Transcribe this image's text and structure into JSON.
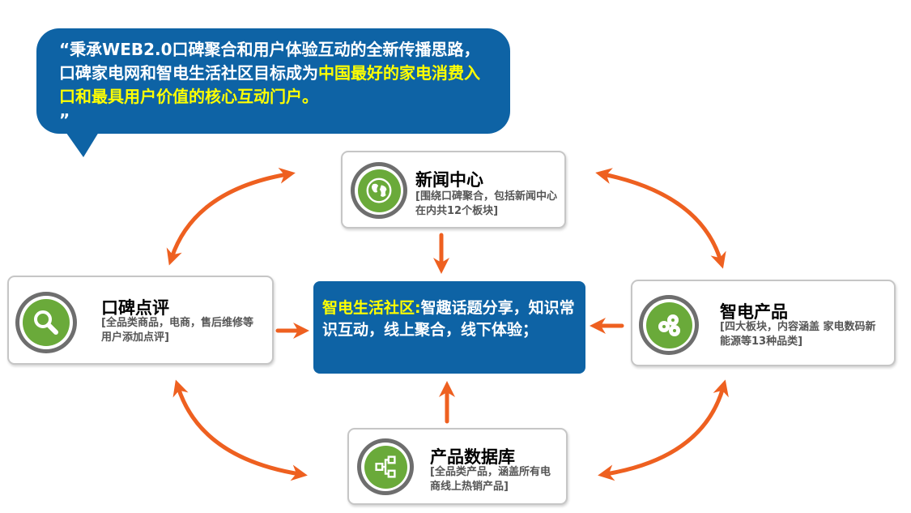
{
  "quote": {
    "open_mark": "“",
    "text_before": "秉承WEB2.0口碑聚合和用户体验互动的全新传播思路，口碑家电网和智电生活社区目标成为",
    "text_highlight": "中国最好的家电消费入口和最具用户价值的核心互动门户。",
    "close_mark": "”"
  },
  "center": {
    "title": "智电生活社区:",
    "text": "智趣话题分享，知识常识互动，线上聚合，线下体验；"
  },
  "nodes": {
    "news": {
      "title": "新闻中心",
      "desc": "[围绕口碑聚合，包括新闻中心在内共12个板块]",
      "icon": "globe-icon"
    },
    "review": {
      "title": "口碑点评",
      "desc": "[全品类商品，电商，售后维修等用户添加点评]",
      "icon": "magnifier-icon"
    },
    "products": {
      "title": "智电产品",
      "desc": "[四大板块，内容涵盖 家电数码新能源等13种品类]",
      "icon": "bubbles-icon"
    },
    "database": {
      "title": "产品数据库",
      "desc": "[全品类产品，涵盖所有电商线上热销产品]",
      "icon": "hierarchy-icon"
    }
  },
  "colors": {
    "bubble": "#0e63a5",
    "highlight": "#ffff00",
    "arrow": "#ee6020",
    "icon_green": "#6aaa3a",
    "box_border": "#c6c6c6"
  }
}
